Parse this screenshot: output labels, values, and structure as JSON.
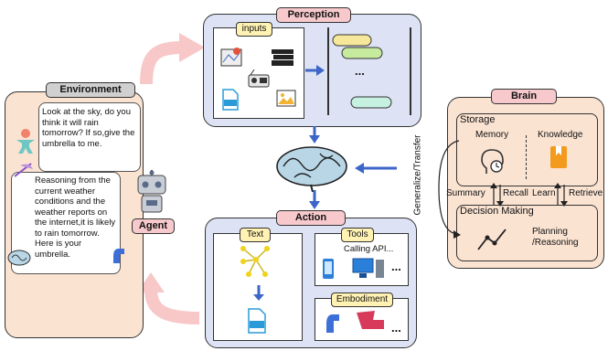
{
  "environment": {
    "title": "Environment",
    "user_message": "Look at the sky, do you think it will rain tomorrow? If so,give the umbrella to me.",
    "agent_message": "Reasoning from the current weather conditions and the weather reports on the internet,it is likely to rain tomorrow. Here is your umbrella.",
    "agent_label": "Agent"
  },
  "perception": {
    "title": "Perception",
    "inputs_label": "inputs",
    "ellipsis": "..."
  },
  "brain": {
    "title": "Brain",
    "storage_label": "Storage",
    "memory_label": "Memory",
    "knowledge_label": "Knowledge",
    "decision_label": "Decision Making",
    "planning_label": "Planning\n/Reasoning",
    "summary_label": "Summary",
    "recall_label": "Recall",
    "learn_label": "Learn",
    "retrieve_label": "Retrieve",
    "generalize_label": "Generalize/Transfer"
  },
  "action": {
    "title": "Action",
    "text_label": "Text",
    "tools_label": "Tools",
    "calling_api": "Calling API...",
    "tools_ellipsis": "...",
    "embodiment_label": "Embodiment",
    "embodiment_ellipsis": "..."
  },
  "colors": {
    "perception_bg": "#dde3f4",
    "action_bg": "#dde3f4",
    "environment_bg": "#fbe3d2",
    "brain_bg": "#fbe3d2",
    "tab_pink": "#f7c9cc",
    "tab_gray": "#d0d0d0",
    "sub_tab_yellow": "#fff2b3",
    "arrow_blue": "#3c66c8",
    "cycle_arrow": "#f8c8c8"
  },
  "icons": [
    "person-icon",
    "robot-icon",
    "brain-icon",
    "book-icon",
    "radio-icon",
    "map-icon",
    "txt-file-icon",
    "image-icon",
    "phone-icon",
    "computer-icon",
    "arm-icon",
    "leg-icon",
    "head-clock-icon",
    "knowledge-book-icon",
    "trend-icon",
    "network-icon"
  ]
}
